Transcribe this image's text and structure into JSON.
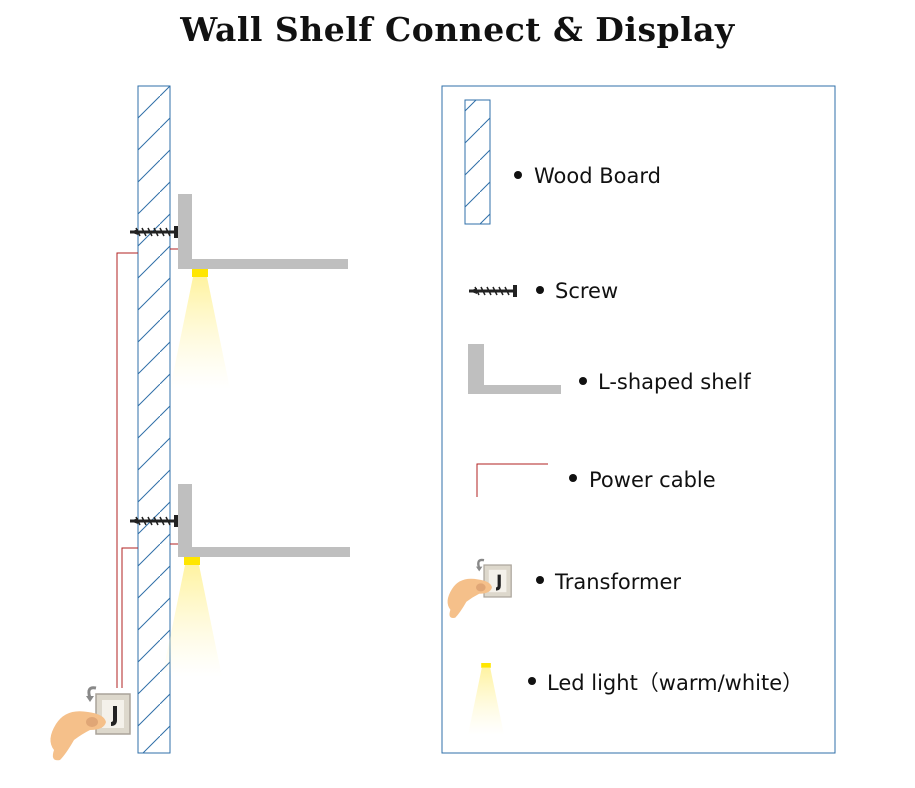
{
  "title": "Wall Shelf Connect & Display",
  "legend": {
    "wood_board": "Wood Board",
    "screw": "Screw",
    "shelf": "L-shaped shelf",
    "power_cable": "Power cable",
    "transformer": "Transformer",
    "led_light": "Led light（warm/white）"
  },
  "colors": {
    "wood_board_stroke": "#2f6fa8",
    "shelf_gray": "#bfbfbf",
    "cable_red": "#b22222",
    "led_yellow": "#ffe600",
    "beam_yellow": "#fff3a0",
    "hand_skin": "#f5c08a",
    "legend_border": "#2f6fa8"
  }
}
